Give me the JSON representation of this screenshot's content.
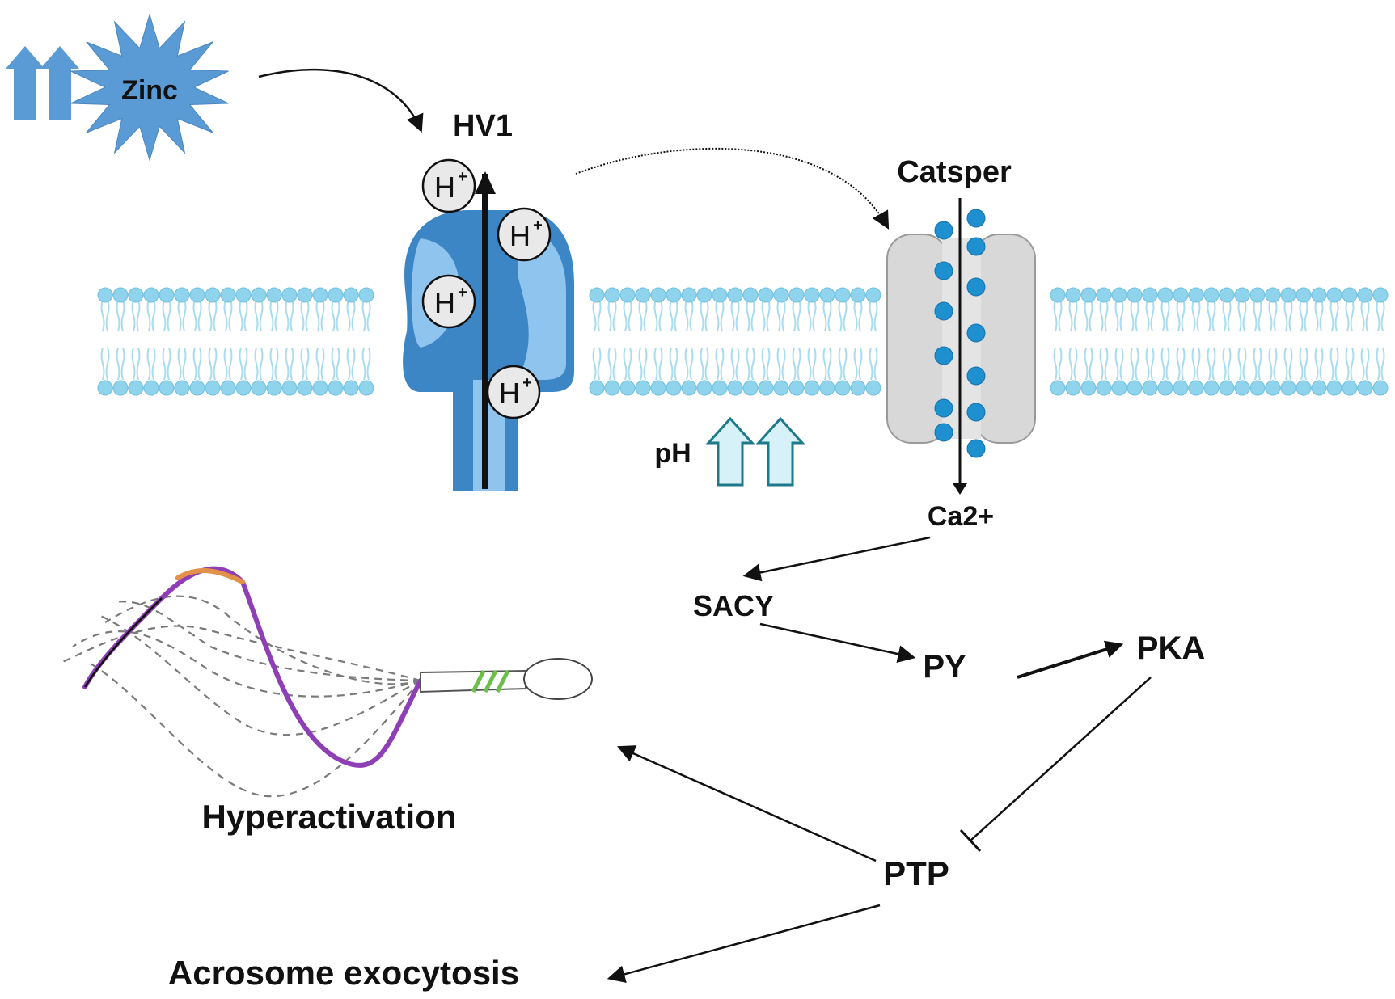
{
  "labels": {
    "zinc": "Zinc",
    "hv1": "HV1",
    "catsper": "Catsper",
    "proton": "H",
    "proton_charge": "+",
    "ph": "pH",
    "ca": "Ca2+",
    "sacy": "SACY",
    "py": "PY",
    "pka": "PKA",
    "ptp": "PTP",
    "hyperactivation": "Hyperactivation",
    "acrosome": "Acrosome exocytosis"
  },
  "colors": {
    "membrane": "#8fd3ec",
    "membrane_tail": "#a9dcef",
    "hv1_dark": "#3d86c6",
    "hv1_light": "#8fc4ee",
    "zinc_star": "#5b9bd5",
    "zinc_arrow": "#5b9bd5",
    "catsper_body": "#d6d6d6",
    "calcium": "#1e90d0",
    "ph_arrow_fill": "#d6f1f8",
    "ph_arrow_stroke": "#1e7a8a",
    "tail_purple": "#8e3fb5",
    "tail_orange": "#e2904a",
    "midpiece_green": "#6cc04a",
    "arrow": "#111111"
  }
}
